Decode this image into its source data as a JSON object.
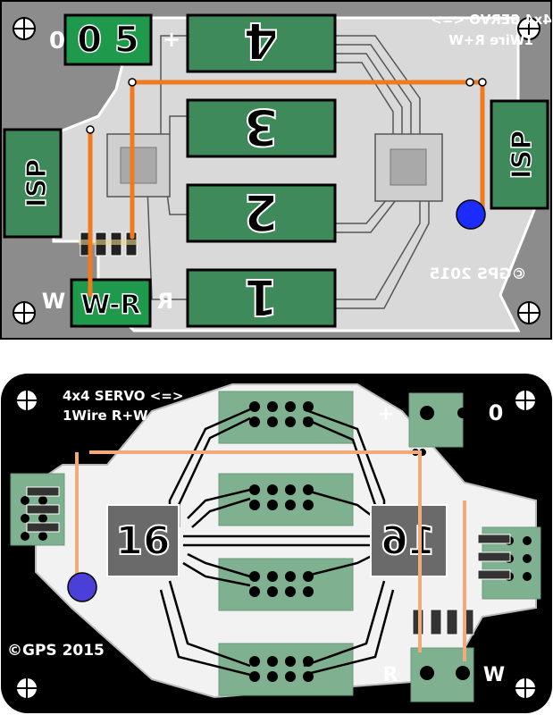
{
  "top_board": {
    "pad_left_0": "0",
    "pad_05": "0 5",
    "pad_plus": "+",
    "title_line1": "4x4 SERVO <=>",
    "title_line2": "1Wire R+W",
    "connector_4": "4",
    "connector_3": "3",
    "connector_2": "2",
    "connector_1": "1",
    "isp_left": "ISP",
    "isp_right": "ISP",
    "copyright": "©GPS 2015",
    "pad_w": "W",
    "pad_wr": "W-R",
    "pad_r": "R",
    "colors": {
      "board": "#8c8c8c",
      "silk": "#ffffff",
      "copper": "#3f8a5a",
      "pad_green": "#1f9a4c",
      "wire": "#f07a1e",
      "led_dot": "#1a2cff"
    }
  },
  "bottom_board": {
    "title_line1": "4x4 SERVO <=>",
    "title_line2": "1Wire R+W",
    "pad_plus": "+",
    "pad_0": "0",
    "chip_left": "16",
    "chip_right": "16",
    "copyright": "©GPS 2015",
    "pad_r": "R",
    "pad_w": "W",
    "colors": {
      "board": "#000000",
      "silk": "#ffffff",
      "copper": "#7fb08f",
      "trace_gray": "#9b9b9b",
      "wire": "#f4a97a",
      "led_dot": "#4a3fd6"
    }
  }
}
